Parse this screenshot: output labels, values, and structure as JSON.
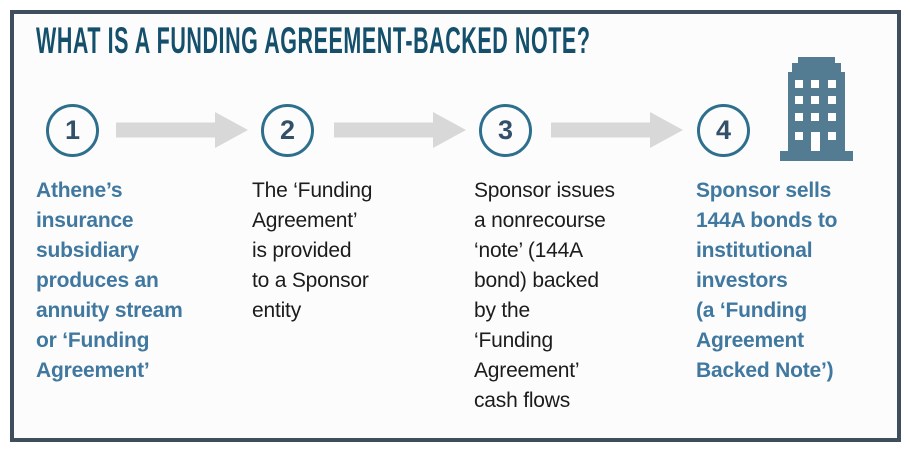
{
  "title": "WHAT IS A FUNDING AGREEMENT-BACKED NOTE?",
  "steps": [
    {
      "number": "1",
      "emphasis": "teal",
      "lines": [
        "Athene’s",
        "insurance",
        "subsidiary",
        "produces an",
        "annuity stream",
        "or ‘Funding",
        "Agreement’"
      ]
    },
    {
      "number": "2",
      "emphasis": "black",
      "lines": [
        "The ‘Funding",
        "Agreement’",
        "is provided",
        "to a Sponsor",
        "entity"
      ]
    },
    {
      "number": "3",
      "emphasis": "black",
      "lines": [
        "Sponsor issues",
        "a nonrecourse",
        "‘note’ (144A",
        "bond) backed",
        "by the",
        "‘Funding",
        "Agreement’",
        "cash flows"
      ]
    },
    {
      "number": "4",
      "emphasis": "teal",
      "lines": [
        "Sponsor sells",
        "144A bonds to",
        "institutional",
        "investors",
        "(a ‘Funding",
        "Agreement",
        "Backed Note’)"
      ]
    }
  ],
  "icons": {
    "building": "office-building-icon",
    "arrow": "right-arrow-icon"
  },
  "colors": {
    "frame_border": "#3e4e5c",
    "panel_bg": "#fcfcfc",
    "title_color": "#144f6b",
    "accent_text": "#4078a0",
    "body_text": "#1c1c1c",
    "circle_border": "#2e6f8e",
    "number_color": "#33506b",
    "arrow_color": "#d8d8d8",
    "building_color": "#537b91",
    "window_color": "#ffffff"
  }
}
